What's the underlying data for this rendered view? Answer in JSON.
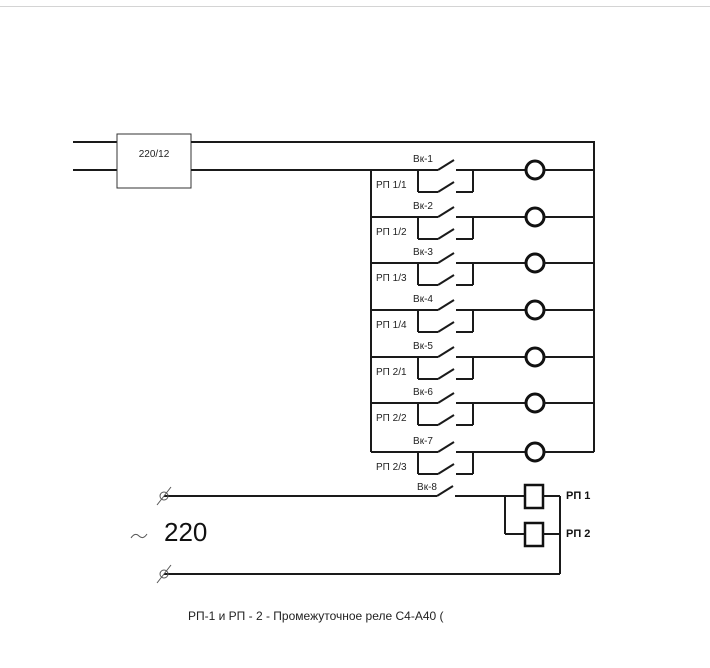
{
  "transformer": {
    "label": "220/12"
  },
  "rows": [
    {
      "switch": "Вк-1",
      "relay_contact": "РП 1/1"
    },
    {
      "switch": "Вк-2",
      "relay_contact": "РП 1/2"
    },
    {
      "switch": "Вк-3",
      "relay_contact": "РП 1/3"
    },
    {
      "switch": "Вк-4",
      "relay_contact": "РП 1/4"
    },
    {
      "switch": "Вк-5",
      "relay_contact": "РП 2/1"
    },
    {
      "switch": "Вк-6",
      "relay_contact": "РП 2/2"
    },
    {
      "switch": "Вк-7",
      "relay_contact": "РП 2/3"
    }
  ],
  "coil_circuit": {
    "switch": "Вк-8",
    "relays": [
      "РП 1",
      "РП 2"
    ]
  },
  "supply": {
    "symbol": "~",
    "voltage": "220"
  },
  "caption": "РП-1 и РП - 2  - Промежуточное реле С4-А40 ("
}
